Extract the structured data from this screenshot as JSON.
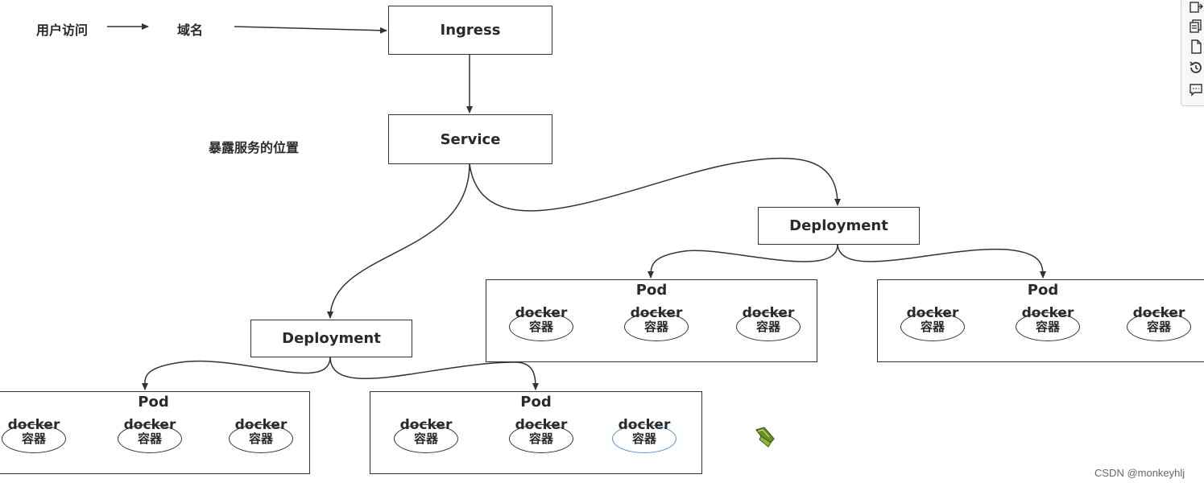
{
  "annotations": {
    "user_access": "用户访问",
    "domain": "域名",
    "expose_service_position": "暴露服务的位置"
  },
  "nodes": {
    "ingress": "Ingress",
    "service": "Service",
    "deployment_left": "Deployment",
    "deployment_right": "Deployment"
  },
  "pods": [
    {
      "title": "Pod",
      "containers": [
        {
          "l1": "docker",
          "l2": "容器"
        },
        {
          "l1": "docker",
          "l2": "容器"
        },
        {
          "l1": "docker",
          "l2": "容器"
        }
      ]
    },
    {
      "title": "Pod",
      "containers": [
        {
          "l1": "docker",
          "l2": "容器"
        },
        {
          "l1": "docker",
          "l2": "容器"
        },
        {
          "l1": "docker",
          "l2": "容器"
        }
      ]
    },
    {
      "title": "Pod",
      "containers": [
        {
          "l1": "docker",
          "l2": "容器"
        },
        {
          "l1": "docker",
          "l2": "容器"
        },
        {
          "l1": "docker",
          "l2": "容器"
        }
      ]
    },
    {
      "title": "Pod",
      "containers": [
        {
          "l1": "docker",
          "l2": "容器"
        },
        {
          "l1": "docker",
          "l2": "容器"
        },
        {
          "l1": "docker",
          "l2": "容器"
        }
      ]
    }
  ],
  "toolbar": {
    "icons": [
      "export-icon",
      "copy-icon",
      "document-icon",
      "history-icon",
      "comment-icon"
    ]
  },
  "watermark": "CSDN @monkeyhlj",
  "colors": {
    "line": "#333333",
    "text": "#2a2a2a",
    "highlight_border": "#5b8fd6",
    "cursor": "#6b8e23"
  }
}
